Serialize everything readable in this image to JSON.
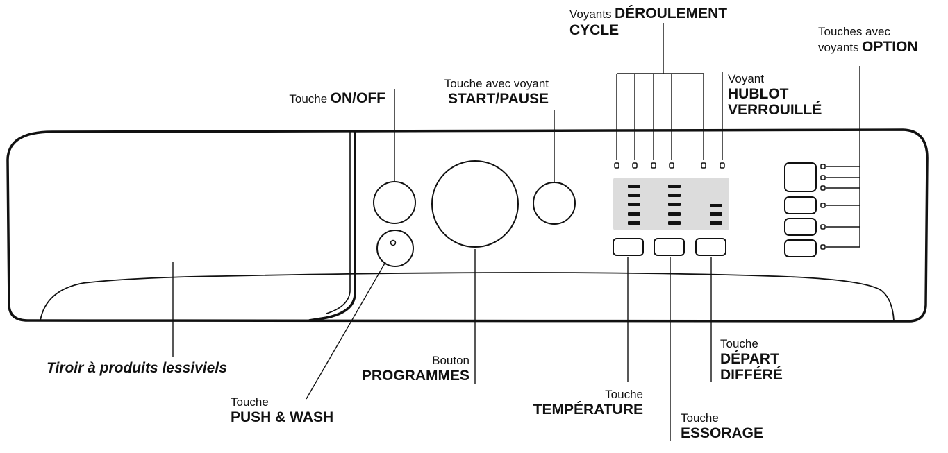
{
  "colors": {
    "line": "#111111",
    "display_panel": "#dcdcdc"
  },
  "labels": {
    "deroulement": {
      "prefix": "Voyants",
      "bold1": "DÉROULEMENT",
      "bold2": "CYCLE"
    },
    "option": {
      "line1": "Touches avec",
      "prefix2": "voyants",
      "bold": "OPTION"
    },
    "hublot": {
      "prefix": "Voyant",
      "bold1": "HUBLOT",
      "bold2": "VERROUILLÉ"
    },
    "start": {
      "prefix": "Touche avec voyant",
      "bold": "START/PAUSE"
    },
    "onoff": {
      "prefix": "Touche",
      "bold": "ON/OFF"
    },
    "tiroir": {
      "text": "Tiroir à produits lessiviels"
    },
    "programmes": {
      "prefix": "Bouton",
      "bold": "PROGRAMMES"
    },
    "pushwash": {
      "prefix": "Touche",
      "bold": "PUSH & WASH"
    },
    "temperature": {
      "prefix": "Touche",
      "bold": "TEMPÉRATURE"
    },
    "essorage": {
      "prefix": "Touche",
      "bold": "ESSORAGE"
    },
    "depart": {
      "prefix": "Touche",
      "bold1": "DÉPART",
      "bold2": "DIFFÉRÉ"
    }
  }
}
